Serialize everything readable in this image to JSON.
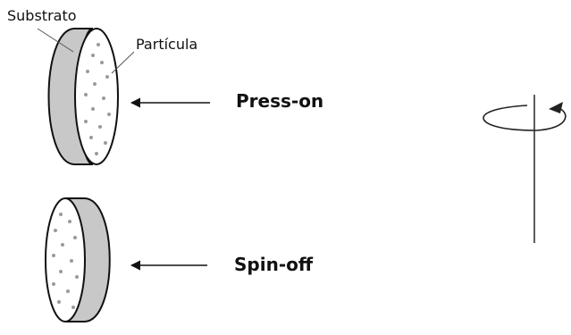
{
  "labels": {
    "substrate": "Substrato",
    "particle": "Partícula",
    "press_on": "Press-on",
    "spin_off": "Spin-off"
  },
  "colors": {
    "substrate_fill": "#c8c8c8",
    "particle_face": "#ffffff",
    "particle_dots": "#9a9a9a",
    "line": "#111111"
  },
  "icons": {
    "rotation": "rotation-arrow-icon"
  }
}
